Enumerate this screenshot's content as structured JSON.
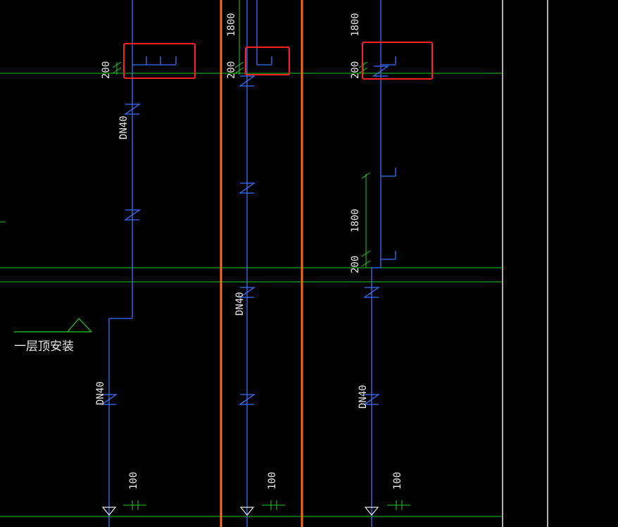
{
  "colors": {
    "background": "#000000",
    "pipe": "#3b6fff",
    "dimension": "#22cc22",
    "column": "#ff6a1a",
    "highlight": "#ff2020",
    "border": "#e8e8e8",
    "text": "#e8e8e8"
  },
  "labels": {
    "left_200": "200",
    "mid_1800": "1800",
    "mid_200": "200",
    "right_1800_top": "1800",
    "right_200_top": "200",
    "right_1800_mid": "1800",
    "right_200_mid": "200",
    "pipe_left": "DN40",
    "pipe_mid": "DN40",
    "pipe_bottom_left": "DN40",
    "pipe_bottom_right": "DN40",
    "dim_100_a": "100",
    "dim_100_b": "100",
    "dim_100_c": "100",
    "note": "一层顶安装"
  }
}
